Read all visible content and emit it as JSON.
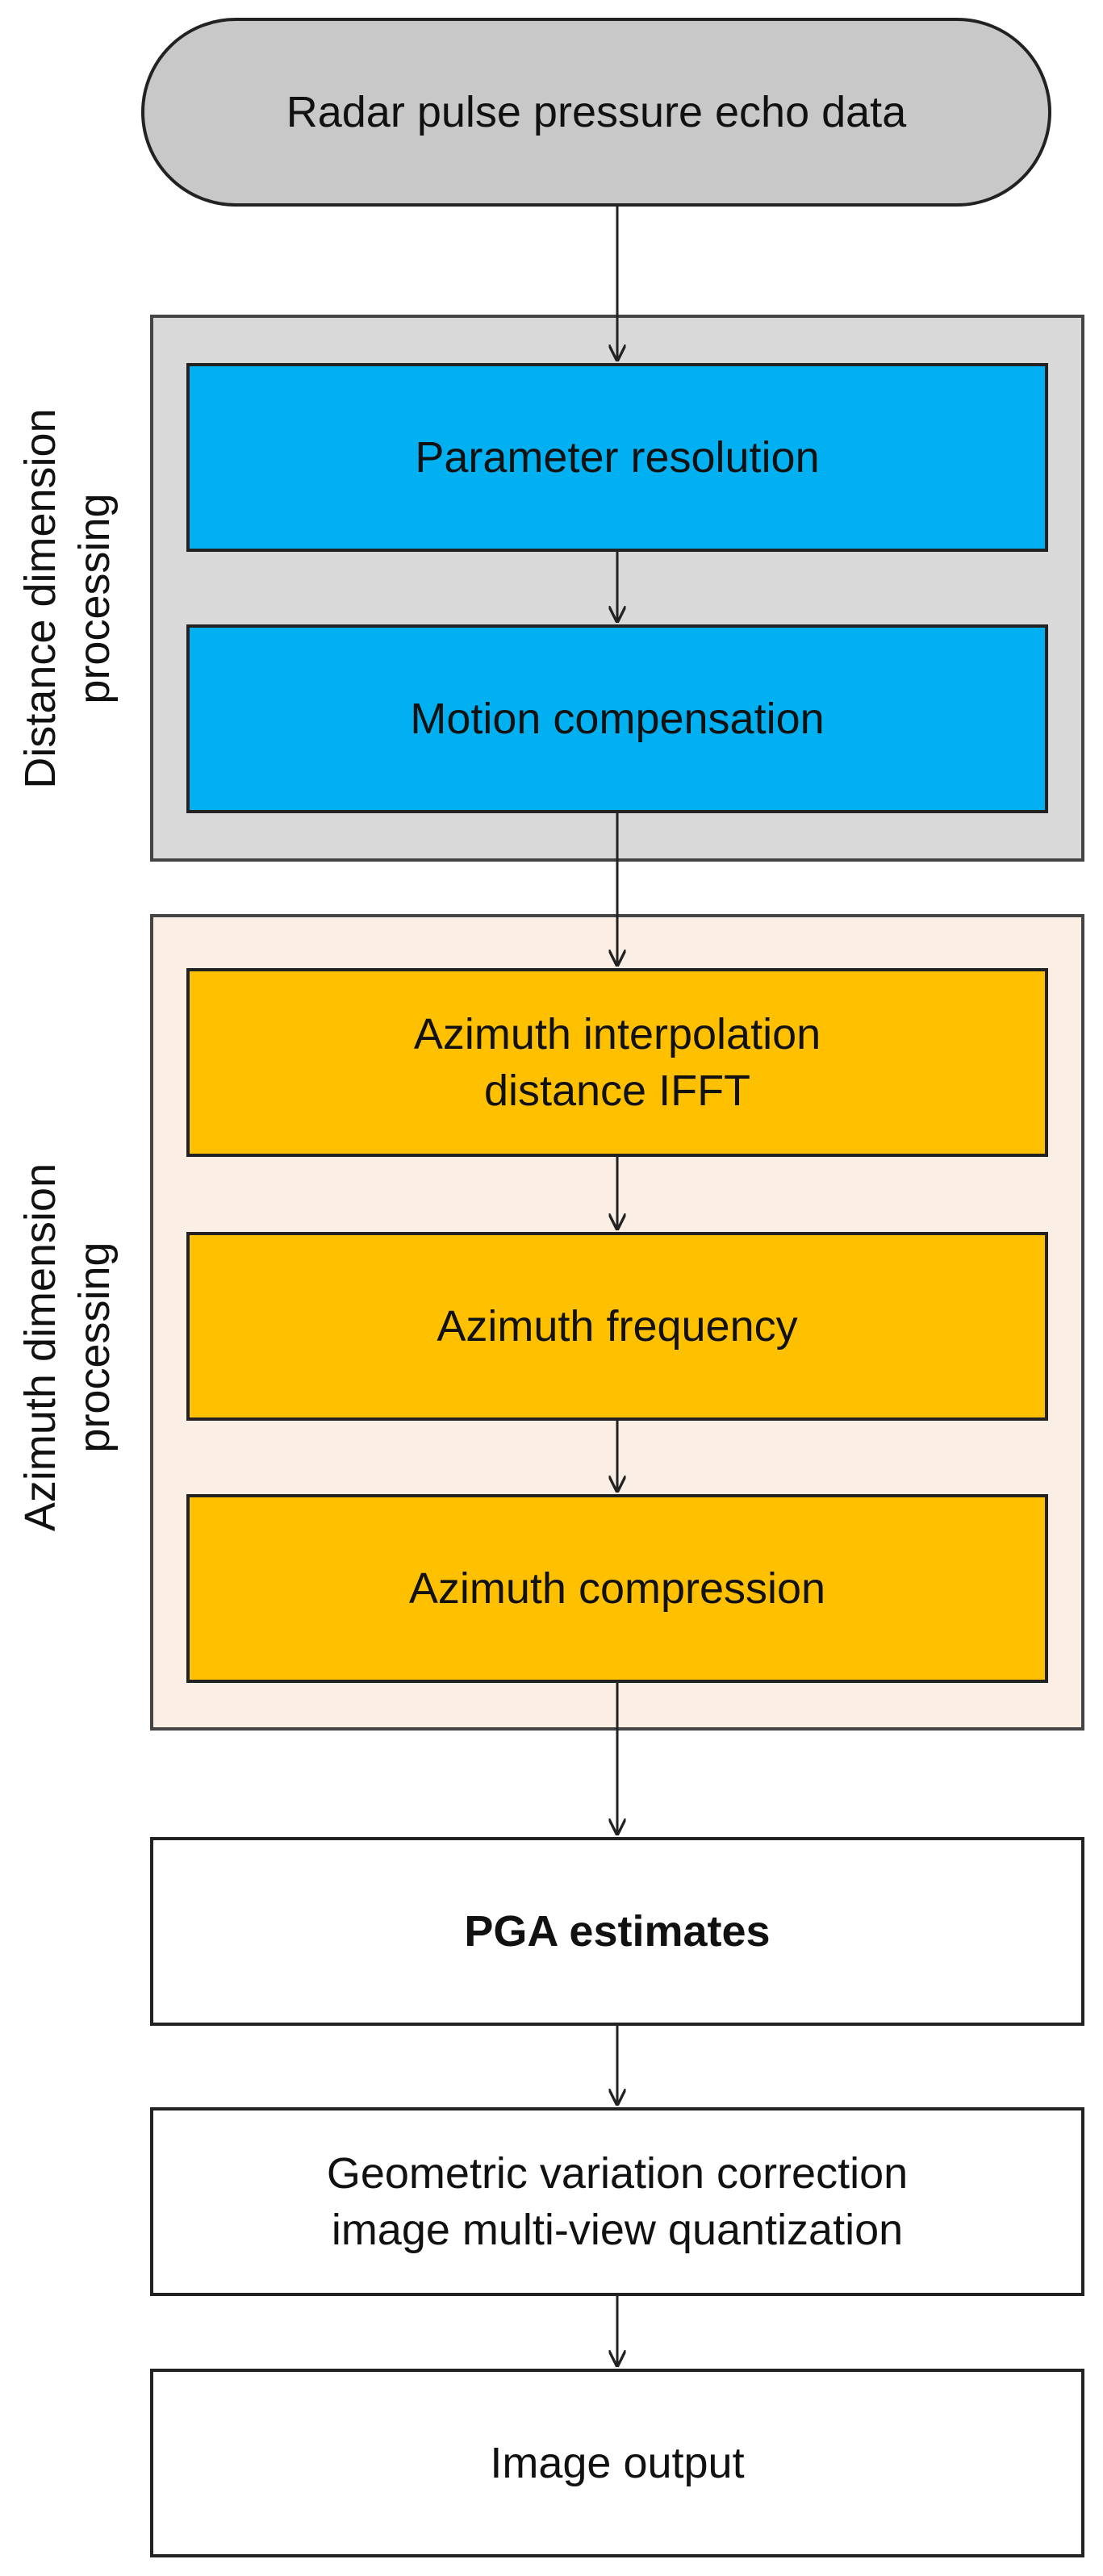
{
  "colors": {
    "start_fill": "#c8c8c8",
    "distance_group_fill": "#d9d9d9",
    "azimuth_group_fill": "#fbeee4",
    "distance_step_fill": "#00b0f0",
    "azimuth_step_fill": "#ffc000",
    "output_step_fill": "#ffffff",
    "arrow": "#222222"
  },
  "start": {
    "label": "Radar pulse pressure echo data"
  },
  "distance_group": {
    "label": "Distance dimension\nprocessing",
    "steps": [
      "Parameter resolution",
      "Motion compensation"
    ]
  },
  "azimuth_group": {
    "label": "Azimuth dimension\nprocessing",
    "steps": [
      "Azimuth interpolation\ndistance IFFT",
      "Azimuth frequency",
      "Azimuth compression"
    ]
  },
  "post_steps": {
    "pga": "PGA estimates",
    "geometric": "Geometric variation correction\nimage multi-view quantization",
    "output": "Image output"
  }
}
